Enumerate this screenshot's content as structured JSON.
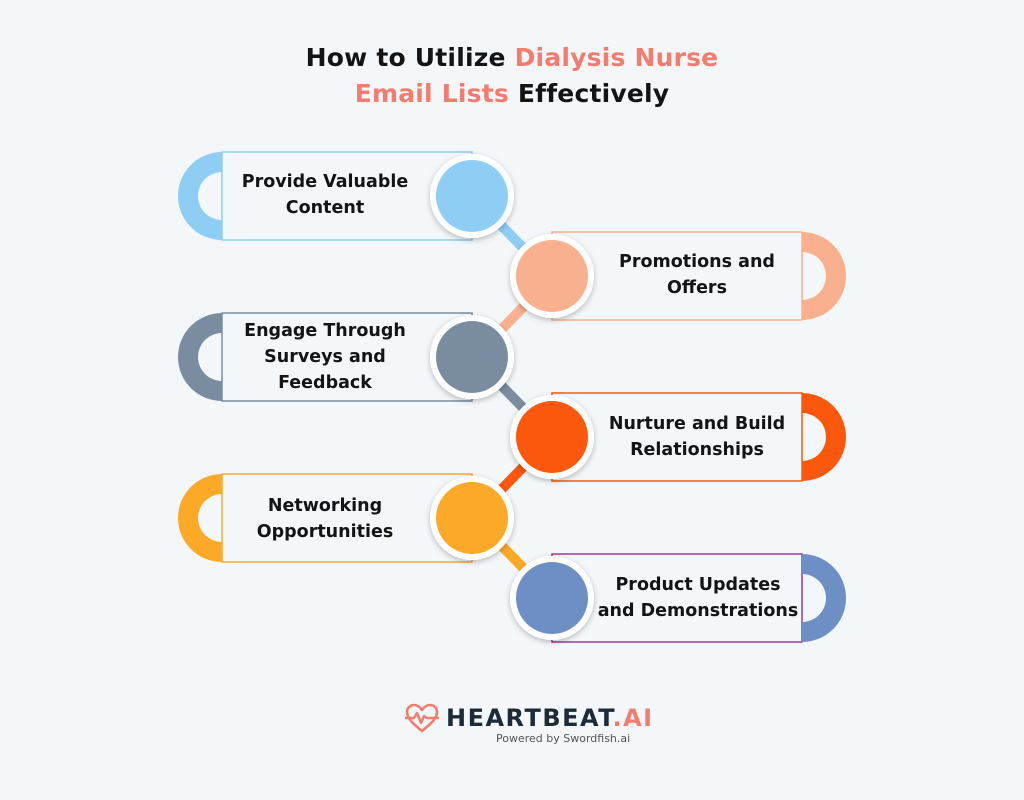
{
  "title": {
    "part1": "How to Utilize ",
    "accent1": "Dialysis Nurse",
    "accent2": "Email Lists",
    "part2": " Effectively"
  },
  "steps": [
    {
      "label_line1": "Provide Valuable",
      "label_line2": "Content",
      "label_line3": "",
      "color": "#8ecdf4"
    },
    {
      "label_line1": "Promotions and",
      "label_line2": "Offers",
      "label_line3": "",
      "color": "#f9b08e"
    },
    {
      "label_line1": "Engage Through",
      "label_line2": "Surveys and",
      "label_line3": "Feedback",
      "color": "#7a8da0"
    },
    {
      "label_line1": "Nurture and Build",
      "label_line2": "Relationships",
      "label_line3": "",
      "color": "#fb580e"
    },
    {
      "label_line1": "Networking",
      "label_line2": "Opportunities",
      "label_line3": "",
      "color": "#fda928"
    },
    {
      "label_line1": "Product Updates",
      "label_line2": "and Demonstrations",
      "label_line3": "",
      "color": "#6e8fc5"
    }
  ],
  "brand": {
    "name": "HEARTBEAT",
    "suffix": ".AI",
    "tagline": "Powered by Swordfish.ai",
    "accent_color": "#f47c6e"
  }
}
